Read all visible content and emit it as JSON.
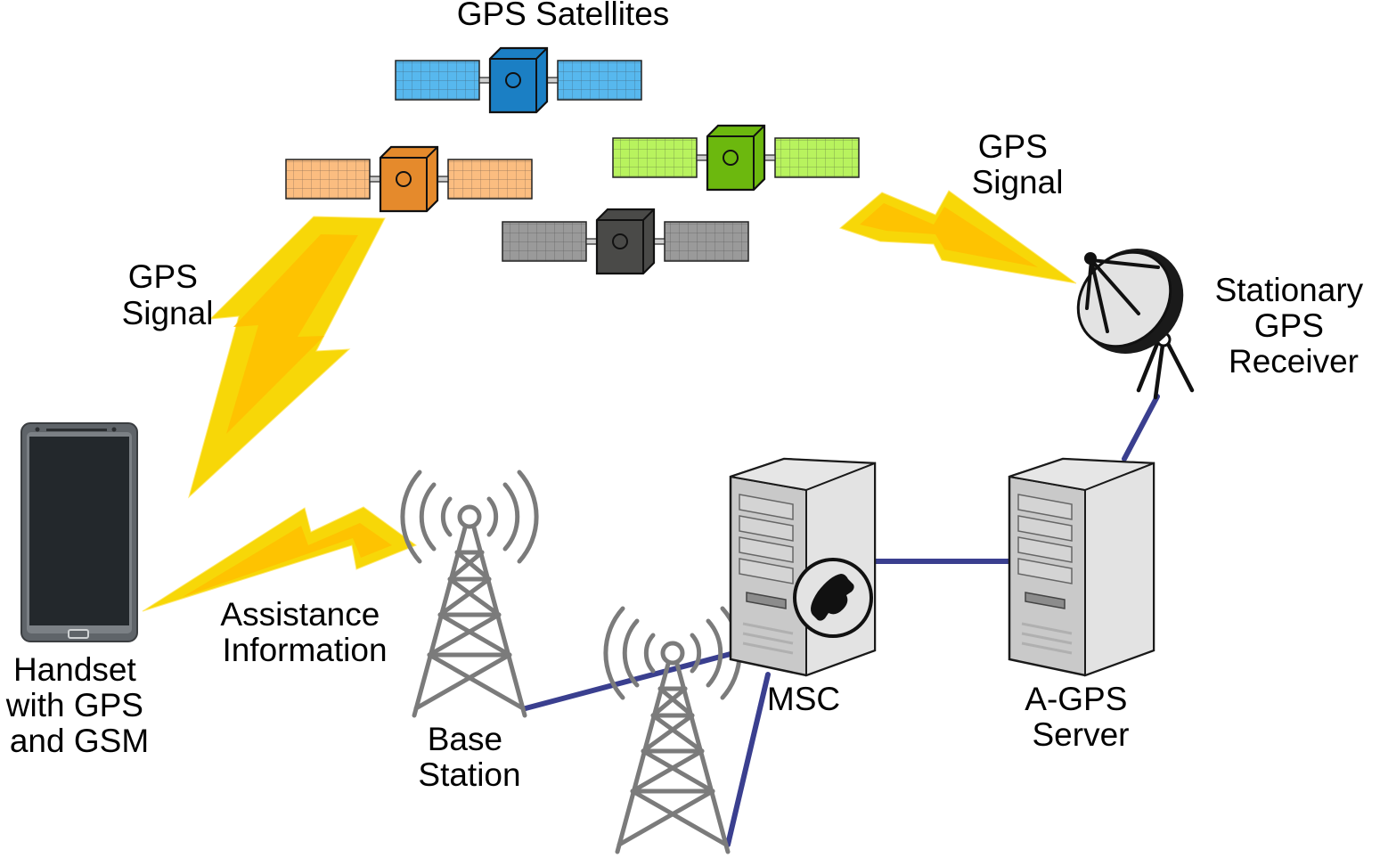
{
  "labels": {
    "satellites_title": "GPS Satellites",
    "gps_signal_left": [
      "GPS",
      "Signal"
    ],
    "gps_signal_right": [
      "GPS",
      "Signal"
    ],
    "stationary_receiver": [
      "Stationary",
      "GPS",
      "Receiver"
    ],
    "handset": [
      "Handset",
      "with GPS",
      "and GSM"
    ],
    "assistance": [
      "Assistance",
      "Information"
    ],
    "base_station": [
      "Base",
      "Station"
    ],
    "msc": "MSC",
    "agps_server": [
      "A-GPS",
      "Server"
    ]
  },
  "colors": {
    "link_line": "#3a3f8f",
    "lightning_outer": "#f7d708",
    "lightning_inner": "#ffc000",
    "sat_blue": "#1b7fc4",
    "sat_blue_panel": "#57b8ee",
    "sat_orange": "#e58a2c",
    "sat_orange_panel": "#fbbd80",
    "sat_green": "#6cb80e",
    "sat_green_panel": "#b8f35e",
    "sat_gray": "#4a4a48",
    "sat_gray_panel": "#9a9a9a",
    "tower": "#7b7b7b",
    "phone_body": "#5f6469",
    "phone_screen": "#23282c"
  },
  "icons": [
    "satellite-icon",
    "lightning-icon",
    "dish-antenna-icon",
    "smartphone-icon",
    "cell-tower-icon",
    "server-icon",
    "phone-handset-icon"
  ]
}
